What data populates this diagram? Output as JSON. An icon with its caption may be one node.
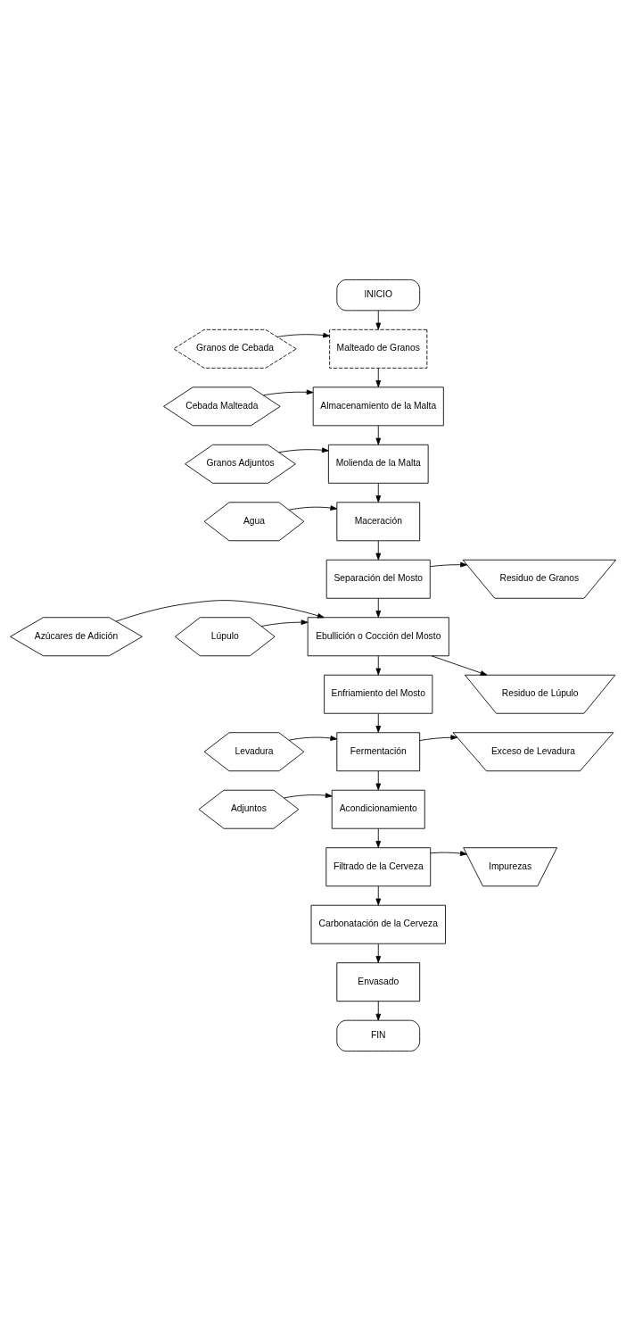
{
  "diagram": {
    "nodes": [
      {
        "text": [
          "INICIO"
        ]
      },
      {
        "text": [
          "Granos de Cebada"
        ]
      },
      {
        "text": [
          "Malteado de Granos"
        ]
      },
      {
        "text": [
          "Cebada Malteada"
        ]
      },
      {
        "text": [
          "Almacenamiento de la Malta"
        ]
      },
      {
        "text": [
          "Molienda de la Malta"
        ]
      },
      {
        "text": [
          "Granos Adjuntos"
        ]
      },
      {
        "text": [
          "Agua"
        ]
      },
      {
        "text": [
          "Maceración"
        ]
      },
      {
        "text": [
          "Separación del Mosto"
        ]
      },
      {
        "text": [
          "Residuo de Granos"
        ]
      },
      {
        "text": [
          "Lúpulo"
        ]
      },
      {
        "text": [
          "Ebullición o Cocción del Mosto"
        ]
      },
      {
        "text": [
          "Azúcares de Adición"
        ]
      },
      {
        "text": [
          "Enfriamiento del Mosto"
        ]
      },
      {
        "text": [
          "Residuo de Lúpulo"
        ]
      },
      {
        "text": [
          "Levadura"
        ]
      },
      {
        "text": [
          "Fermentación"
        ]
      },
      {
        "text": [
          "Exceso de Levadura"
        ]
      },
      {
        "text": [
          "Adjuntos"
        ]
      },
      {
        "text": [
          "Acondicionamiento"
        ]
      },
      {
        "text": [
          "Filtrado de la Cerveza"
        ]
      },
      {
        "text": [
          "Impurezas"
        ]
      },
      {
        "text": [
          "Carbonatación de la Cerveza"
        ]
      },
      {
        "text": [
          "Envasado"
        ]
      },
      {
        "text": [
          "FIN"
        ]
      }
    ],
    "edges": [
      {
        "from": 0,
        "to": 2,
        "arrow": "to"
      },
      {
        "from": 1,
        "to": 2,
        "arrow": "to"
      },
      {
        "from": 2,
        "to": 4,
        "arrow": "to"
      },
      {
        "from": 3,
        "to": 4,
        "arrow": "to"
      },
      {
        "from": 4,
        "to": 5,
        "arrow": "to"
      },
      {
        "from": 6,
        "to": 5,
        "arrow": "to"
      },
      {
        "from": 5,
        "to": 8,
        "arrow": "to"
      },
      {
        "from": 7,
        "to": 8,
        "arrow": "to"
      },
      {
        "from": 8,
        "to": 9,
        "arrow": "to"
      },
      {
        "from": 9,
        "to": 10,
        "arrow": "to"
      },
      {
        "from": 9,
        "to": 12,
        "arrow": "to"
      },
      {
        "from": 11,
        "to": 12,
        "arrow": "to"
      },
      {
        "from": 13,
        "to": 12,
        "arrow": "to"
      },
      {
        "from": 12,
        "to": 14,
        "arrow": "to"
      },
      {
        "from": 12,
        "to": 15,
        "arrow": "to"
      },
      {
        "from": 14,
        "to": 17,
        "arrow": "to"
      },
      {
        "from": 16,
        "to": 17,
        "arrow": "to"
      },
      {
        "from": 17,
        "to": 18,
        "arrow": "to"
      },
      {
        "from": 17,
        "to": 20,
        "arrow": "to"
      },
      {
        "from": 19,
        "to": 20,
        "arrow": "to"
      },
      {
        "from": 20,
        "to": 21,
        "arrow": "to"
      },
      {
        "from": 21,
        "to": 22,
        "arrow": "to"
      },
      {
        "from": 21,
        "to": 23,
        "arrow": "to"
      },
      {
        "from": 23,
        "to": 24,
        "arrow": "to"
      },
      {
        "from": 24,
        "to": 25,
        "arrow": "to"
      }
    ]
  }
}
